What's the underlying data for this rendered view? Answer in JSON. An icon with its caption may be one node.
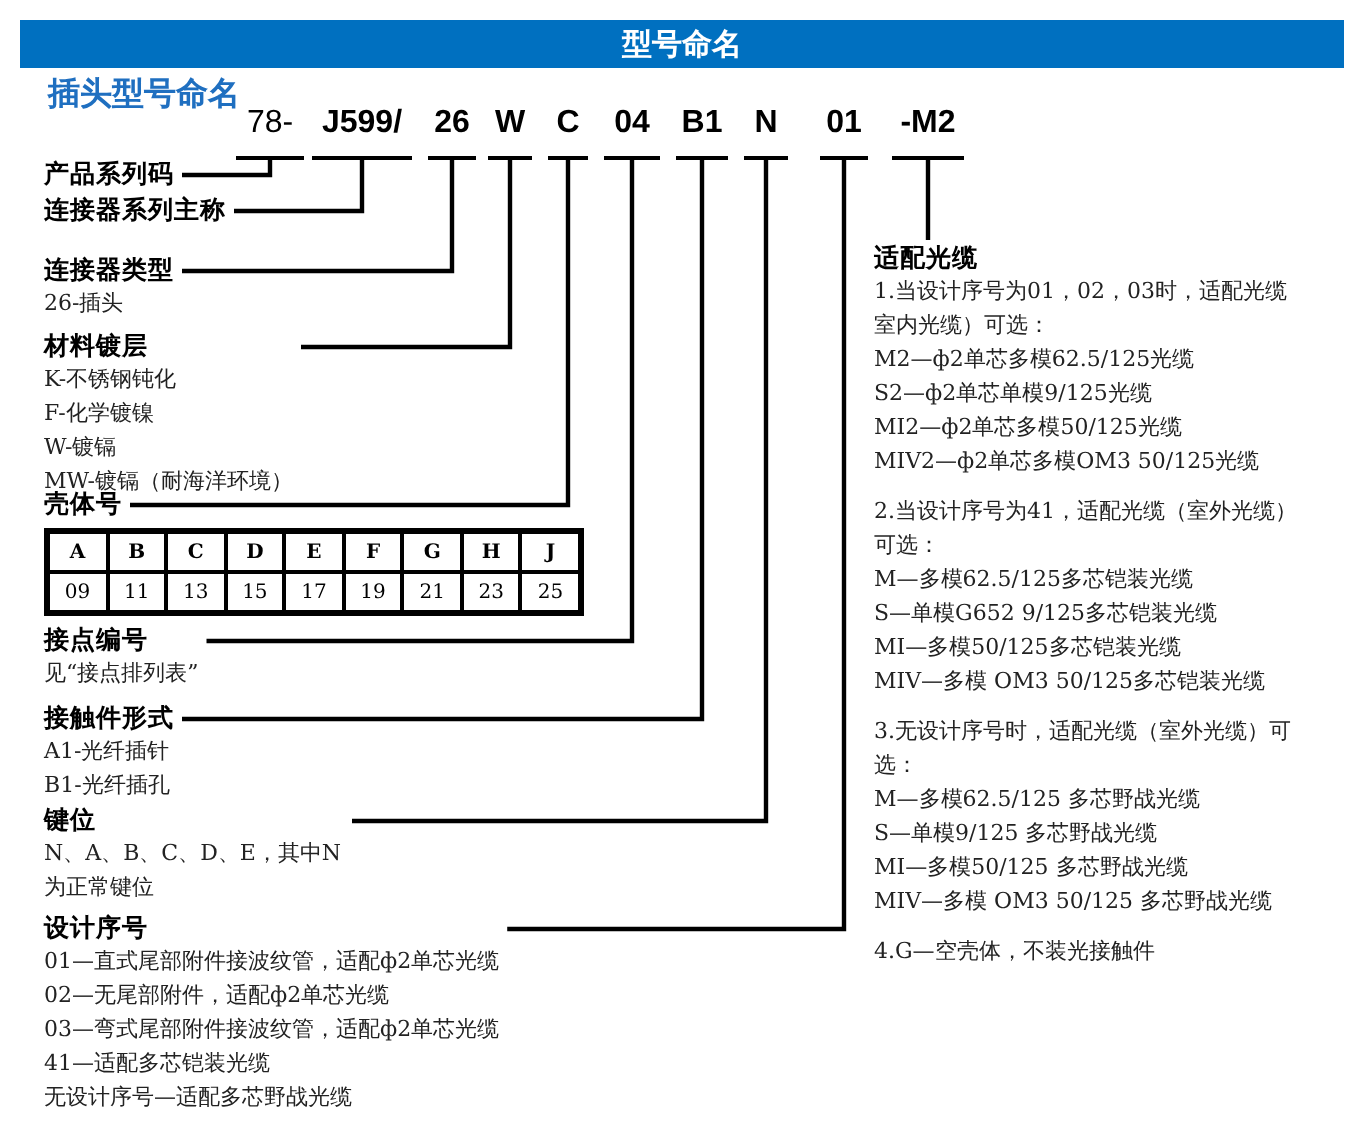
{
  "diagram": {
    "title": "型号命名",
    "nodes": [
      {
        "text": [
          "78-"
        ]
      },
      {
        "text": [
          "J599/"
        ]
      },
      {
        "text": [
          "26"
        ]
      },
      {
        "text": [
          "W"
        ]
      },
      {
        "text": [
          "C"
        ]
      },
      {
        "text": [
          "04"
        ]
      },
      {
        "text": [
          "B1"
        ]
      },
      {
        "text": [
          "N"
        ]
      },
      {
        "text": [
          "01"
        ]
      },
      {
        "text": [
          "-M2"
        ]
      },
      {
        "text": [
          "产品系列码"
        ]
      },
      {
        "text": [
          "连接器系列主称"
        ]
      },
      {
        "text": [
          "连接器类型",
          "26-插头"
        ]
      },
      {
        "text": [
          "材料镀层",
          "K-不锈钢钝化",
          "F-化学镀镍",
          "W-镀镉",
          "MW-镀镉（耐海洋环境）"
        ]
      },
      {
        "text": [
          "壳体号"
        ]
      },
      {
        "text": [
          "接点编号",
          "见“接点排列表”"
        ]
      },
      {
        "text": [
          "接触件形式",
          "A1-光纤插针",
          "B1-光纤插孔"
        ]
      },
      {
        "text": [
          "键位",
          "N、A、B、C、D、E，其中N为正常键位"
        ]
      },
      {
        "text": [
          "设计序号",
          "01—直式尾部附件接波纹管，适配ф2单芯光缆",
          "02—无尾部附件，适配ф2单芯光缆",
          "03—弯式尾部附件接波纹管，适配ф2单芯光缆",
          "41—适配多芯铠装光缆",
          "无设计序号—适配多芯野战光缆"
        ]
      },
      {
        "text": [
          "适配光缆",
          "1.当设计序号为01，02，03时，适配光缆室内光缆）可选：",
          "M2—ф2单芯多模62.5/125光缆",
          "S2—ф2单芯单模9/125光缆",
          "MI2—ф2单芯多模50/125光缆",
          "MIV2—ф2单芯多模OM3  50/125光缆",
          "2.当设计序号为41，适配光缆（室外光缆）可选：",
          "M—多模62.5/125多芯铠装光缆",
          "S—单模G652 9/125多芯铠装光缆",
          "MI—多模50/125多芯铠装光缆",
          "MIV—多模 OM3 50/125多芯铠装光缆",
          "3.无设计序号时，适配光缆（室外光缆）可选：",
          "M—多模62.5/125 多芯野战光缆",
          "S—单模9/125 多芯野战光缆",
          "MI—多模50/125 多芯野战光缆",
          "MIV—多模 OM3 50/125 多芯野战光缆",
          "4.G—空壳体，不装光接触件"
        ]
      }
    ],
    "edges": [
      {
        "from": 0,
        "to": 10,
        "arrow": "none"
      },
      {
        "from": 1,
        "to": 11,
        "arrow": "none"
      },
      {
        "from": 2,
        "to": 12,
        "arrow": "none"
      },
      {
        "from": 3,
        "to": 13,
        "arrow": "none"
      },
      {
        "from": 4,
        "to": 14,
        "arrow": "none"
      },
      {
        "from": 5,
        "to": 15,
        "arrow": "none"
      },
      {
        "from": 6,
        "to": 16,
        "arrow": "none"
      },
      {
        "from": 7,
        "to": 17,
        "arrow": "none"
      },
      {
        "from": 8,
        "to": 18,
        "arrow": "none"
      },
      {
        "from": 9,
        "to": 19,
        "arrow": "none"
      }
    ],
    "labels": [
      "插头型号命名",
      "A",
      "B",
      "C",
      "D",
      "E",
      "F",
      "G",
      "H",
      "J",
      "09",
      "11",
      "13",
      "15",
      "17",
      "19",
      "21",
      "23",
      "25"
    ]
  }
}
